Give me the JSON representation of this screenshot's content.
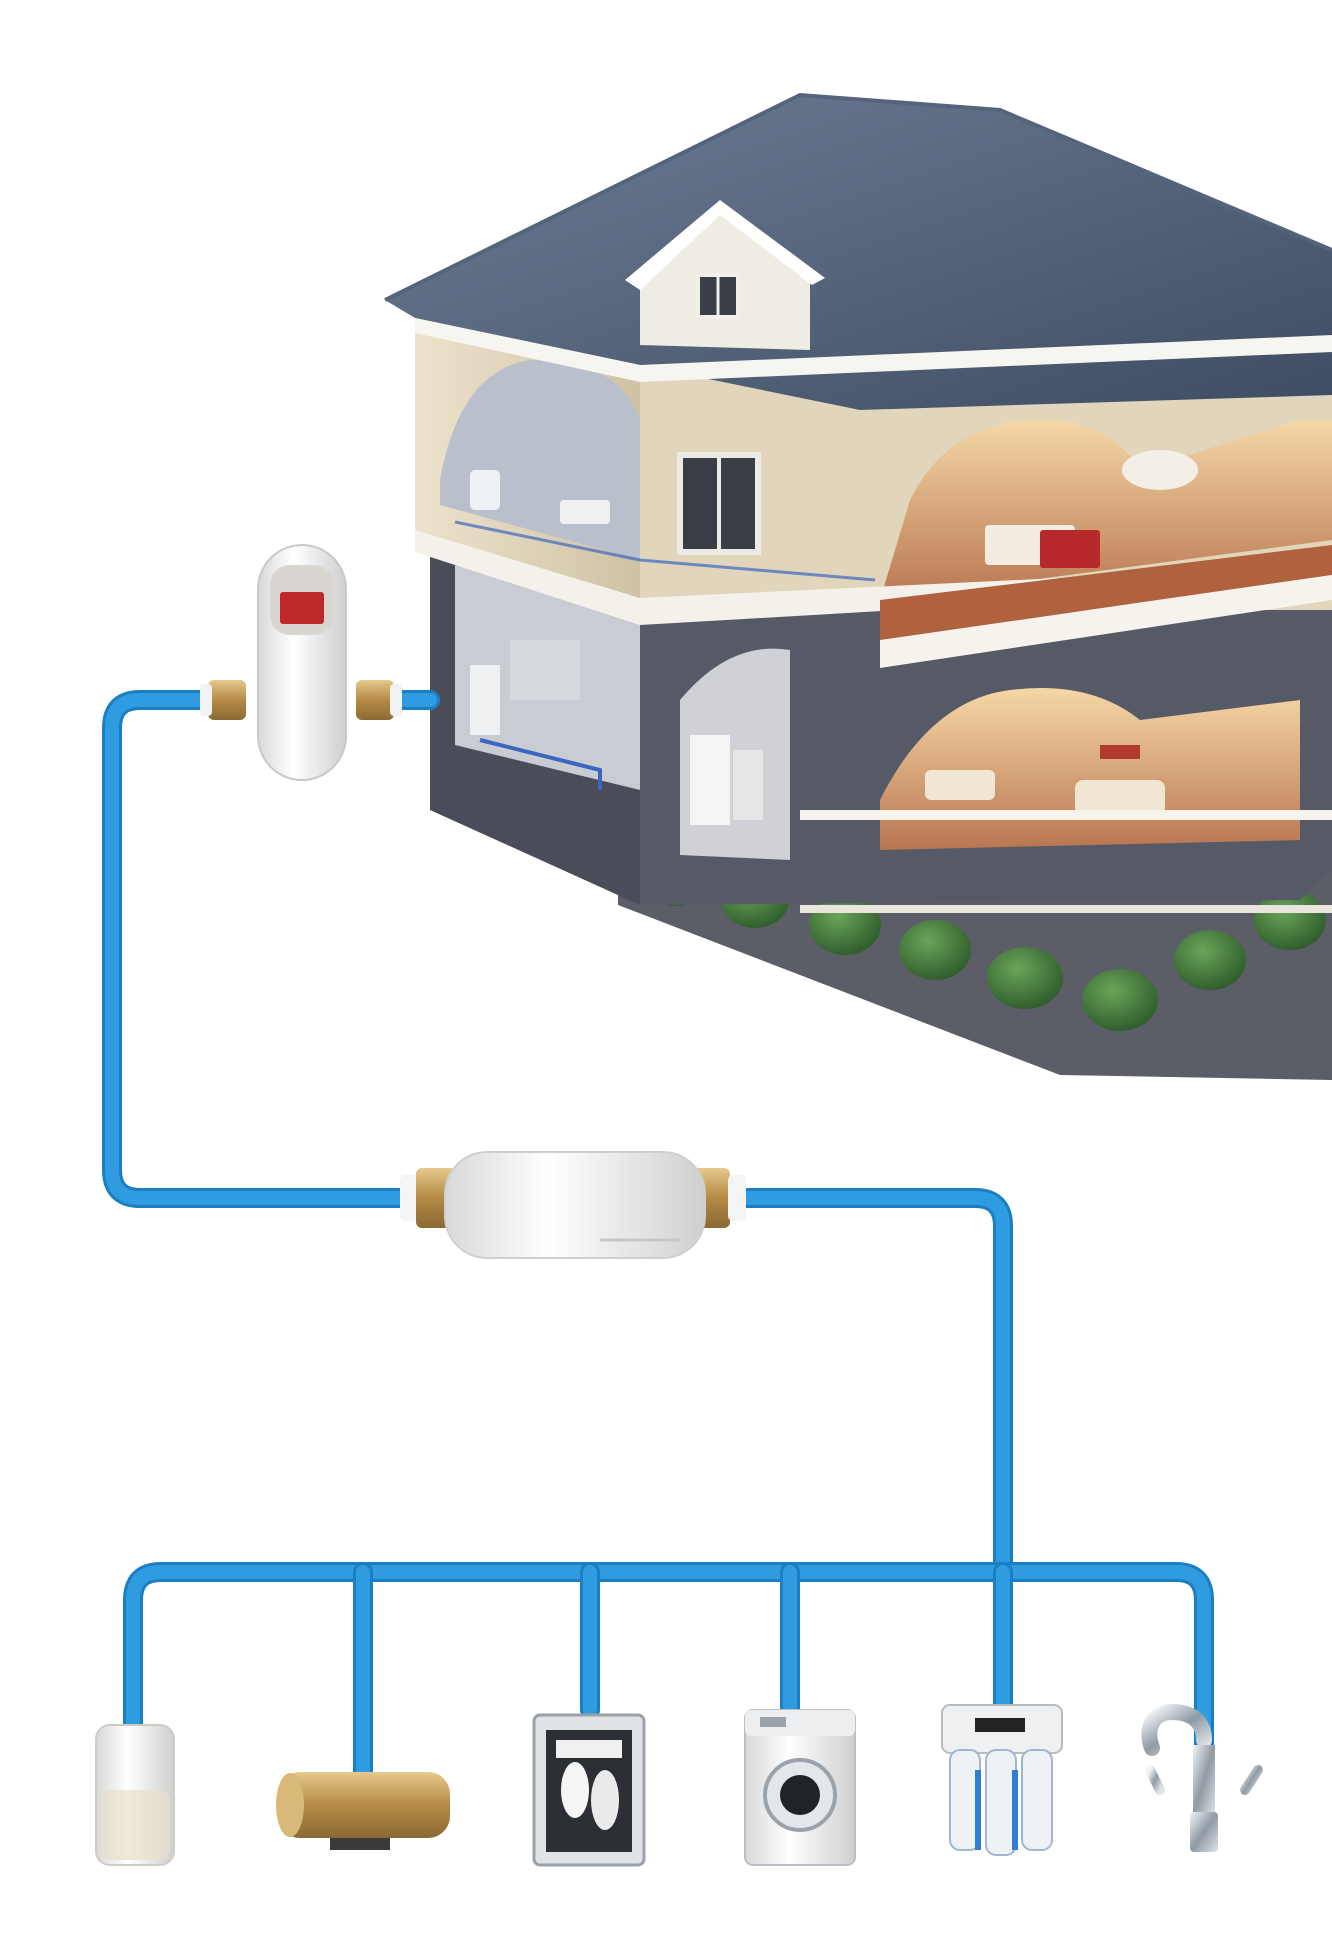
{
  "diagram": {
    "pipe_color": "#2f9be0",
    "pipe_edge_color": "#1c7ec2",
    "roof_color": "#4f6079",
    "wall_color": "#ddd2b8",
    "brick_color": "#4a4d58",
    "floor_color": "#b0623f",
    "hedge_color": "#3f7a3a",
    "brass_color": "#c9a463",
    "indicator_color": "#c0292b",
    "nodes": [
      {
        "name": "pre-filter",
        "icon": "pre-filter-icon"
      },
      {
        "name": "inline-softener",
        "icon": "inline-filter-icon"
      },
      {
        "name": "cartridge-filter",
        "icon": "small-filter-icon"
      },
      {
        "name": "water-heater",
        "icon": "water-heater-icon"
      },
      {
        "name": "dishwasher",
        "icon": "dishwasher-icon"
      },
      {
        "name": "washing-machine",
        "icon": "washing-machine-icon"
      },
      {
        "name": "ro-purifier",
        "icon": "ro-purifier-icon"
      },
      {
        "name": "faucet",
        "icon": "faucet-icon"
      }
    ]
  }
}
